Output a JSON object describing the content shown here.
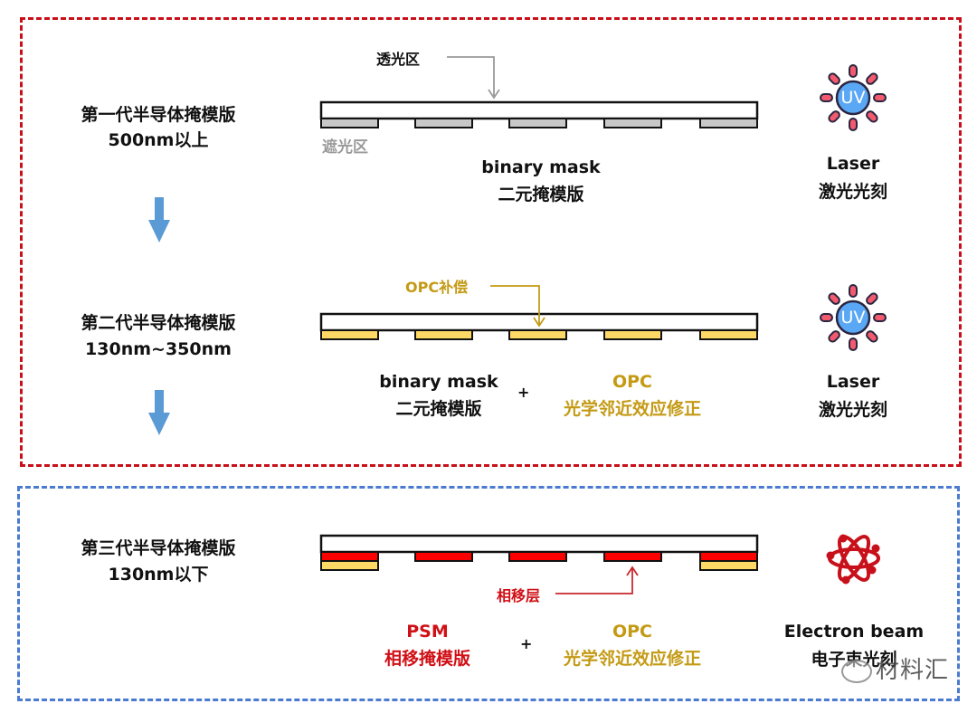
{
  "generations": [
    {
      "title": "第一代半导体掩模版",
      "node": "500nm以上",
      "mask_label_en": "binary mask",
      "mask_label_zh": "二元掩模版",
      "callout_top": "透光区",
      "callout_bottom": "遮光区",
      "source_en": "Laser",
      "source_zh": "激光光刻",
      "source_icon": "uv-light-icon"
    },
    {
      "title": "第二代半导体掩模版",
      "node": "130nm~350nm",
      "mask_label_en": "binary mask",
      "mask_label_zh": "二元掩模版",
      "plus": "+",
      "opc_en": "OPC",
      "opc_zh": "光学邻近效应修正",
      "callout_top": "OPC补偿",
      "source_en": "Laser",
      "source_zh": "激光光刻",
      "source_icon": "uv-light-icon"
    },
    {
      "title": "第三代半导体掩模版",
      "node": "130nm以下",
      "psm_en": "PSM",
      "psm_zh": "相移掩模版",
      "plus": "+",
      "opc_en": "OPC",
      "opc_zh": "光学邻近效应修正",
      "callout": "相移层",
      "source_en": "Electron beam",
      "source_zh": "电子束光刻",
      "source_icon": "atom-icon"
    }
  ],
  "uv_text": "UV",
  "watermark": "材料汇",
  "colors": {
    "red_frame": "#c8101a",
    "blue_frame": "#4a7bd0",
    "arrow_blue": "#5b9bd5",
    "gold": "#c49a14",
    "chrome_gray": "#c8c8c8",
    "opc_yellow": "#ffd966",
    "phase_red": "#ff0000"
  }
}
